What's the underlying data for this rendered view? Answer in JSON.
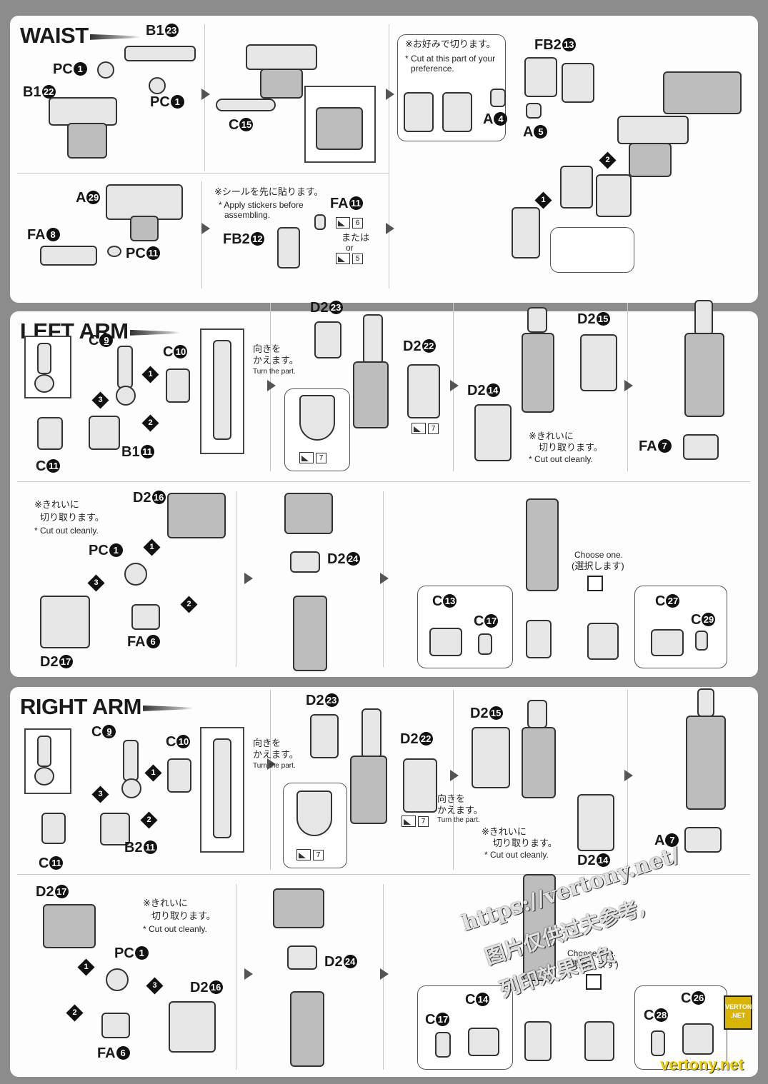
{
  "sections": {
    "waist": "WAIST",
    "left_arm": "LEFT ARM",
    "right_arm": "RIGHT ARM"
  },
  "badges": {
    "n1": "1",
    "n2": "2",
    "n3": "3",
    "n4": "4",
    "n5": "5",
    "n6": "6",
    "n7": "7",
    "n8": "8",
    "n9": "9",
    "n10": "10",
    "n11": "11",
    "n12": "12",
    "n13": "13",
    "n14": "14",
    "n15": "15",
    "n16": "16",
    "n17": "17",
    "n22": "22",
    "n23": "23",
    "n24": "24",
    "n26": "26",
    "n27": "27",
    "n28": "28",
    "n29": "29"
  },
  "parts": {
    "B1": "B1",
    "B2": "B2",
    "PC": "PC",
    "C": "C",
    "A": "A",
    "FA": "FA",
    "FB2": "FB2",
    "D2": "D2"
  },
  "notes": {
    "cut_pref_jp": "※お好みで切ります。",
    "cut_pref_en_1": "* Cut at this part of your",
    "cut_pref_en_2": "preference.",
    "sticker_first_jp": "※シールを先に貼ります。",
    "sticker_first_en_1": "* Apply stickers before",
    "sticker_first_en_2": "assembling.",
    "or_jp": "または",
    "or_en": "or",
    "turn_jp_1": "向きを",
    "turn_jp_2": "かえます。",
    "turn_en": "Turn the part.",
    "cut_clean_jp_1": "※きれいに",
    "cut_clean_jp_2": "切り取ります。",
    "cut_clean_en": "* Cut out cleanly.",
    "choose_en": "Choose one.",
    "choose_jp": "(選択します)"
  },
  "stickers": {
    "s5": "5",
    "s6": "6",
    "s7": "7"
  },
  "watermark": {
    "url": "https://vertony.net/",
    "cn_1": "图片仅供过夫参考,",
    "cn_2": "列印效果自负",
    "badge_1": "VERTONY",
    "badge_2": ".NET",
    "site": "vertony.net"
  },
  "colors": {
    "panel": "#fdfdfd",
    "background": "#8c8c8c",
    "ink": "#111111"
  }
}
